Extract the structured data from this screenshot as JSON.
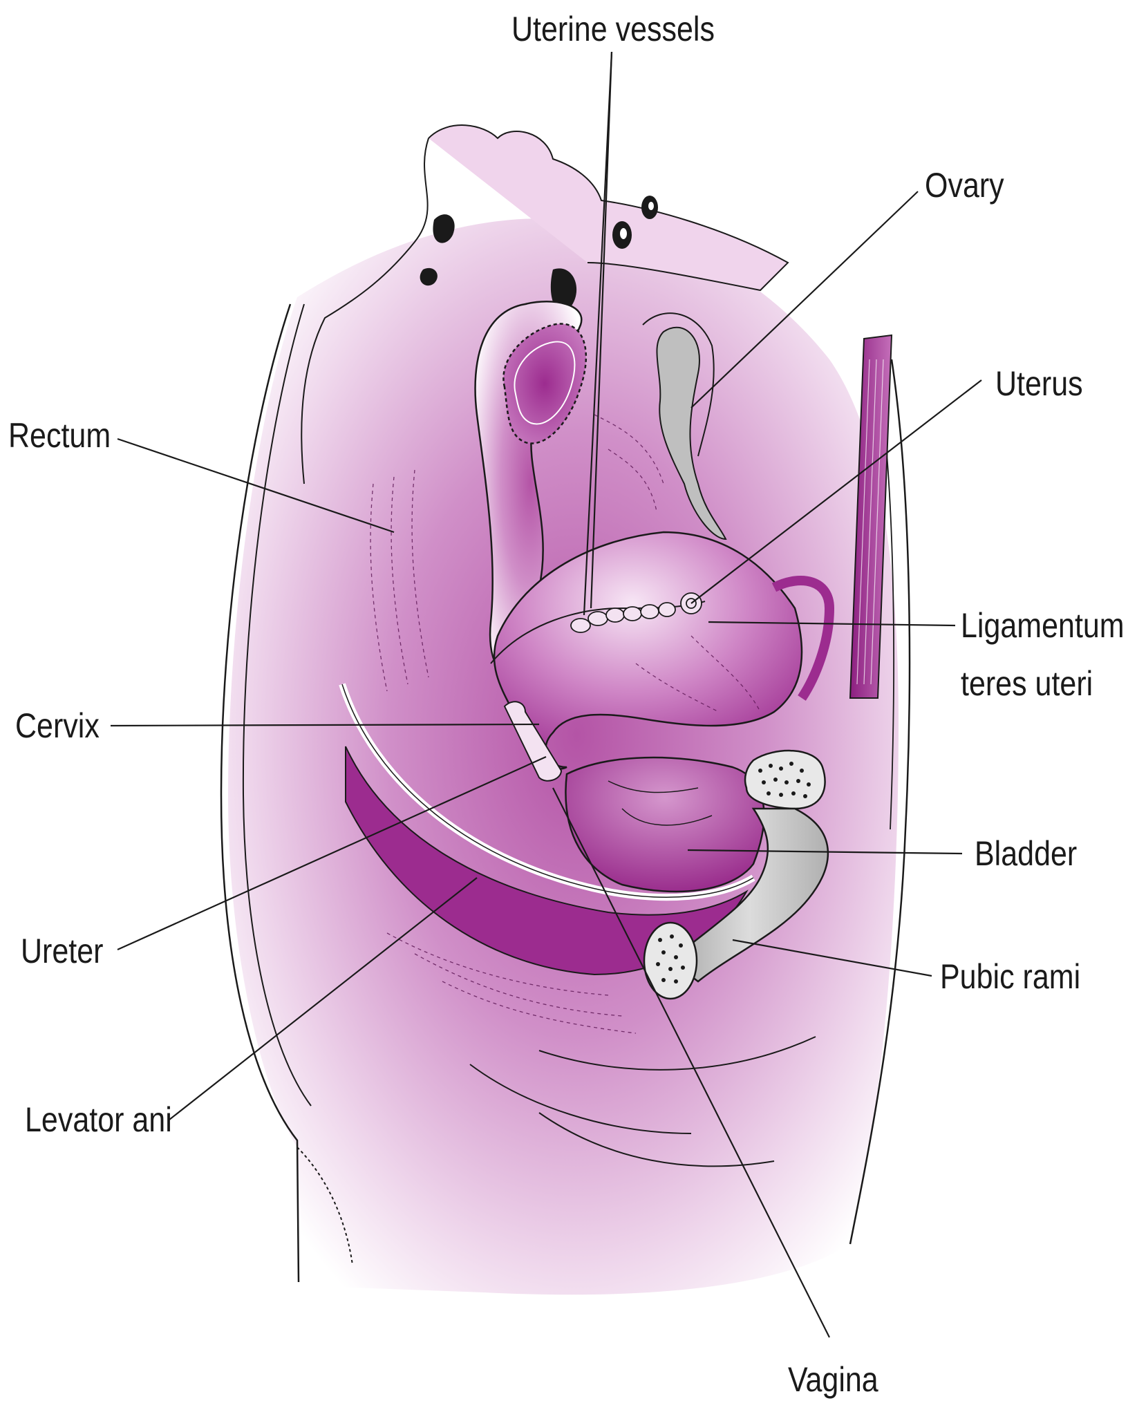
{
  "labels": {
    "uterine_vessels": "Uterine vessels",
    "ovary": "Ovary",
    "uterus": "Uterus",
    "rectum": "Rectum",
    "ligamentum_line1": "Ligamentum",
    "ligamentum_line2": "teres uteri",
    "cervix": "Cervix",
    "bladder": "Bladder",
    "ureter": "Ureter",
    "pubic_rami": "Pubic rami",
    "levator_ani": "Levator ani",
    "vagina": "Vagina"
  },
  "colors": {
    "tissue_light": "#f1dcef",
    "tissue_mid": "#c77abf",
    "tissue_dark": "#9c2c8f",
    "bone": "#c9c9c9",
    "line": "#1a1a1a"
  }
}
